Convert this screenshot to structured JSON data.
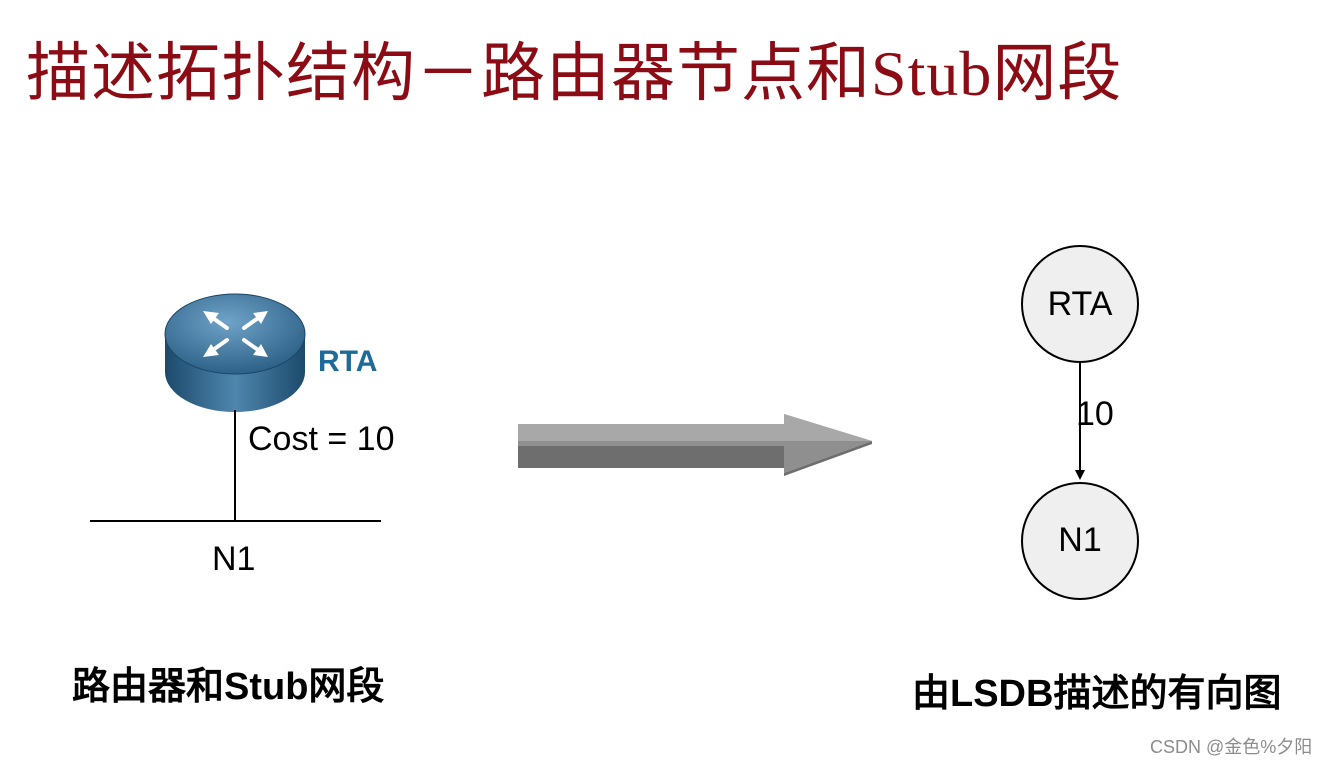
{
  "title": "描述拓扑结构－路由器节点和Stub网段",
  "left": {
    "router_label": "RTA",
    "cost_label": "Cost = 10",
    "segment_label": "N1",
    "caption": "路由器和Stub网段"
  },
  "right": {
    "node_top": "RTA",
    "node_bottom": "N1",
    "edge_weight": "10",
    "caption": "由LSDB描述的有向图"
  },
  "watermark": "CSDN @金色%夕阳",
  "icons": {
    "router": "router-icon",
    "arrow": "transform-arrow"
  },
  "colors": {
    "title": "#8b0c14",
    "router_label": "#1e6b9a",
    "router_body": "#2f6b94",
    "arrow": "#8f8f8f"
  }
}
